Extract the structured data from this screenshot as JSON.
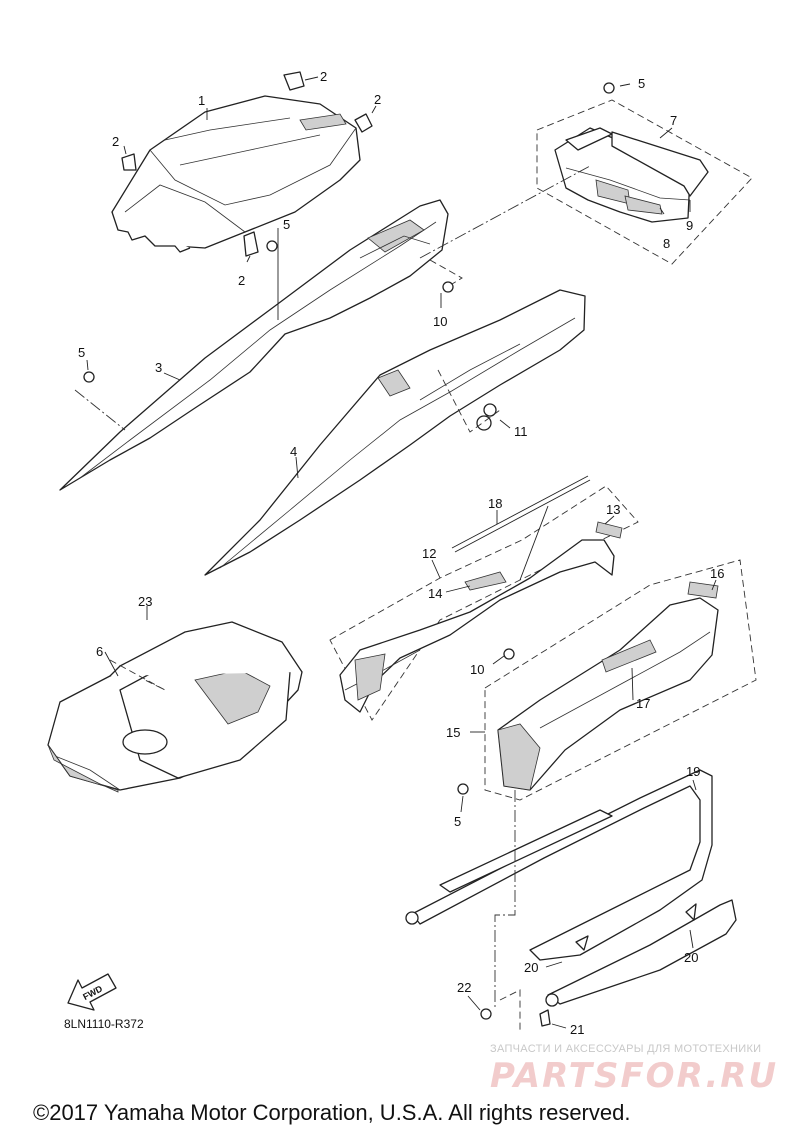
{
  "labels": {
    "l1": "1",
    "l2a": "2",
    "l2b": "2",
    "l2c": "2",
    "l2d": "2",
    "l3": "3",
    "l4": "4",
    "l5a": "5",
    "l5b": "5",
    "l5c": "5",
    "l5d": "5",
    "l6": "6",
    "l7": "7",
    "l8": "8",
    "l9": "9",
    "l10a": "10",
    "l10b": "10",
    "l11": "11",
    "l12": "12",
    "l13": "13",
    "l14": "14",
    "l15": "15",
    "l16": "16",
    "l17": "17",
    "l18": "18",
    "l19": "19",
    "l20a": "20",
    "l20b": "20",
    "l21": "21",
    "l22": "22",
    "l23": "23"
  },
  "fwd_label": "FWD",
  "diagram_code": "8LN1110-R372",
  "watermark": {
    "subtitle": "ЗАПЧАСТИ И АКСЕССУАРЫ ДЛЯ МОТОТЕХНИКИ",
    "logo": "PARTSFOR.RU"
  },
  "copyright": "©2017 Yamaha Motor Corporation, U.S.A. All rights reserved."
}
